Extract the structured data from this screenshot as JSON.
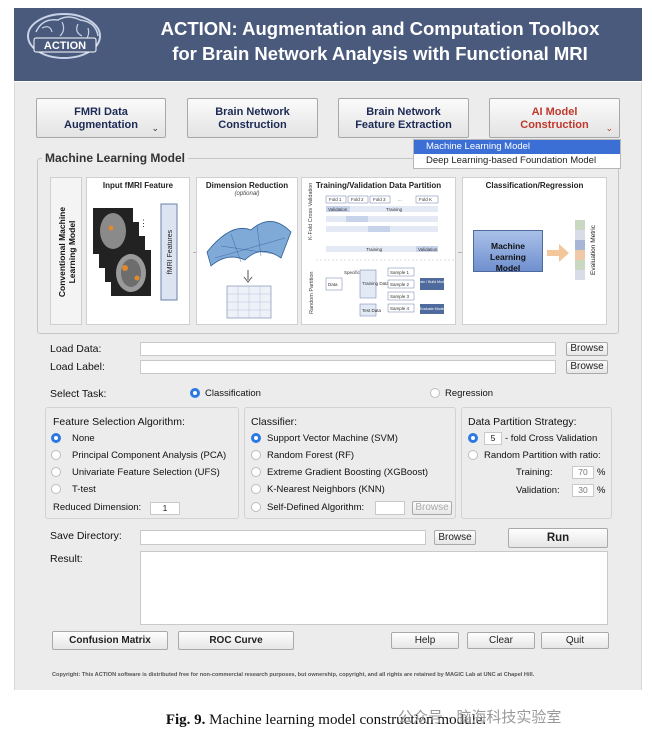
{
  "header": {
    "logo_text": "ACTION",
    "title_line1": "ACTION: Augmentation and Computation Toolbox",
    "title_line2": "for Brain Network Analysis with Functional MRI",
    "bg_color": "#4a5a7c"
  },
  "top_buttons": [
    {
      "line1": "FMRI Data",
      "line2": "Augmentation"
    },
    {
      "line1": "Brain Network",
      "line2": "Construction"
    },
    {
      "line1": "Brain Network",
      "line2": "Feature Extraction"
    },
    {
      "line1": "AI Model",
      "line2": "Construction"
    }
  ],
  "dropdown": {
    "items": [
      "Machine Learning Model",
      "Deep Learning-based Foundation Model"
    ],
    "selected_color": "#3b6fd6"
  },
  "ml": {
    "group_title": "Machine Learning Model",
    "side_label_line1": "Conventional Machine",
    "side_label_line2": "Learning Model",
    "panel1_title": "Input fMRI Feature",
    "fmri_features": "fMRI Features",
    "panel2_title": "Dimension Reduction",
    "panel2_sub": "(optional)",
    "panel3_title": "Training/Validation Data Partition",
    "kfold_label": "K-Fold Cross Validation",
    "folds": [
      "Fold 1",
      "Fold 2",
      "Fold 3",
      "...",
      "Fold K"
    ],
    "validation": "Validation",
    "training": "Training",
    "random_partition": "Random Partition",
    "data": "Data",
    "specific": "Specific",
    "training_data": "Training Data",
    "test_data": "Test Data",
    "samples": [
      "Sample 1",
      "Sample 2",
      "Sample 3",
      "Sample 4"
    ],
    "train_model": "Train / Build Model",
    "eval_model": "Evaluate Model",
    "panel4_title": "Classification/Regression",
    "ml_model_line1": "Machine Learning",
    "ml_model_line2": "Model",
    "eval_metric": "Evaluation Metric"
  },
  "load": {
    "data_label": "Load Data:",
    "label_label": "Load Label:",
    "browse": "Browse"
  },
  "task": {
    "label": "Select Task:",
    "options": [
      "Classification",
      "Regression"
    ],
    "selected": "Classification"
  },
  "feature_selection": {
    "title": "Feature Selection Algorithm:",
    "options": [
      "None",
      "Principal Component Analysis (PCA)",
      "Univariate Feature Selection (UFS)",
      "T-test"
    ],
    "selected": "None",
    "reduced_label": "Reduced Dimension:",
    "reduced_value": "1"
  },
  "classifier": {
    "title": "Classifier:",
    "options": [
      "Support Vector Machine (SVM)",
      "Random Forest (RF)",
      "Extreme Gradient Boosting (XGBoost)",
      "K-Nearest Neighbors (KNN)",
      "Self-Defined Algorithm:"
    ],
    "selected": "Support Vector Machine (SVM)",
    "browse": "Browse"
  },
  "partition": {
    "title": "Data Partition Strategy:",
    "kfold_value": "5",
    "kfold_text": "- fold Cross Validation",
    "random_text": "Random Partition with ratio:",
    "training_label": "Training:",
    "training_value": "70",
    "validation_label": "Validation:",
    "validation_value": "30",
    "percent": "%"
  },
  "save": {
    "label": "Save Directory:",
    "browse": "Browse",
    "run": "Run"
  },
  "result": {
    "label": "Result:"
  },
  "bottom_buttons": [
    "Confusion Matrix",
    "ROC Curve",
    "Help",
    "Clear",
    "Quit"
  ],
  "copyright": "Copyright: This ACTION software is distributed free for non-commercial research purposes, but ownership, copyright, and all rights are retained by MAGIC Lab at UNC at Chapel Hill.",
  "caption_bold": "Fig. 9.",
  "caption_text": "Machine learning model construction module.",
  "watermark": "公众号 · 脑海科技实验室"
}
